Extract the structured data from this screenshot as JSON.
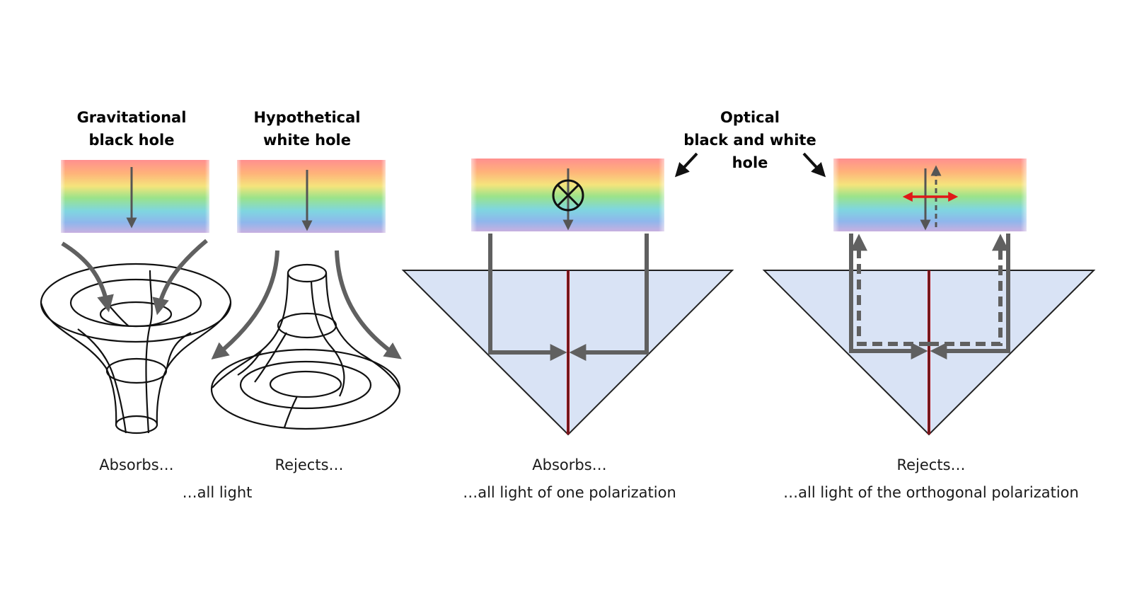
{
  "labels": {
    "grav_line1": "Gravitational",
    "grav_line2": "black hole",
    "white_line1": "Hypothetical",
    "white_line2": "white hole",
    "optical_line1": "Optical",
    "optical_line2": "black and white",
    "optical_line3": "hole",
    "absorbs_left": "Absorbs…",
    "rejects_left": "Rejects…",
    "all_light": "…all light",
    "absorbs_mid": "Absorbs…",
    "one_polarization": "…all light of one polarization",
    "rejects_right": "Rejects…",
    "orthogonal_polarization": "…all light of the orthogonal polarization"
  },
  "colors": {
    "prism_fill": "#d9e3f5",
    "interface": "#b3121a",
    "arrow_gray": "#606060",
    "polarization_arrow": "#e01818"
  },
  "icons": [
    "cross-circle-polarization-symbol",
    "double-headed-red-arrow"
  ]
}
